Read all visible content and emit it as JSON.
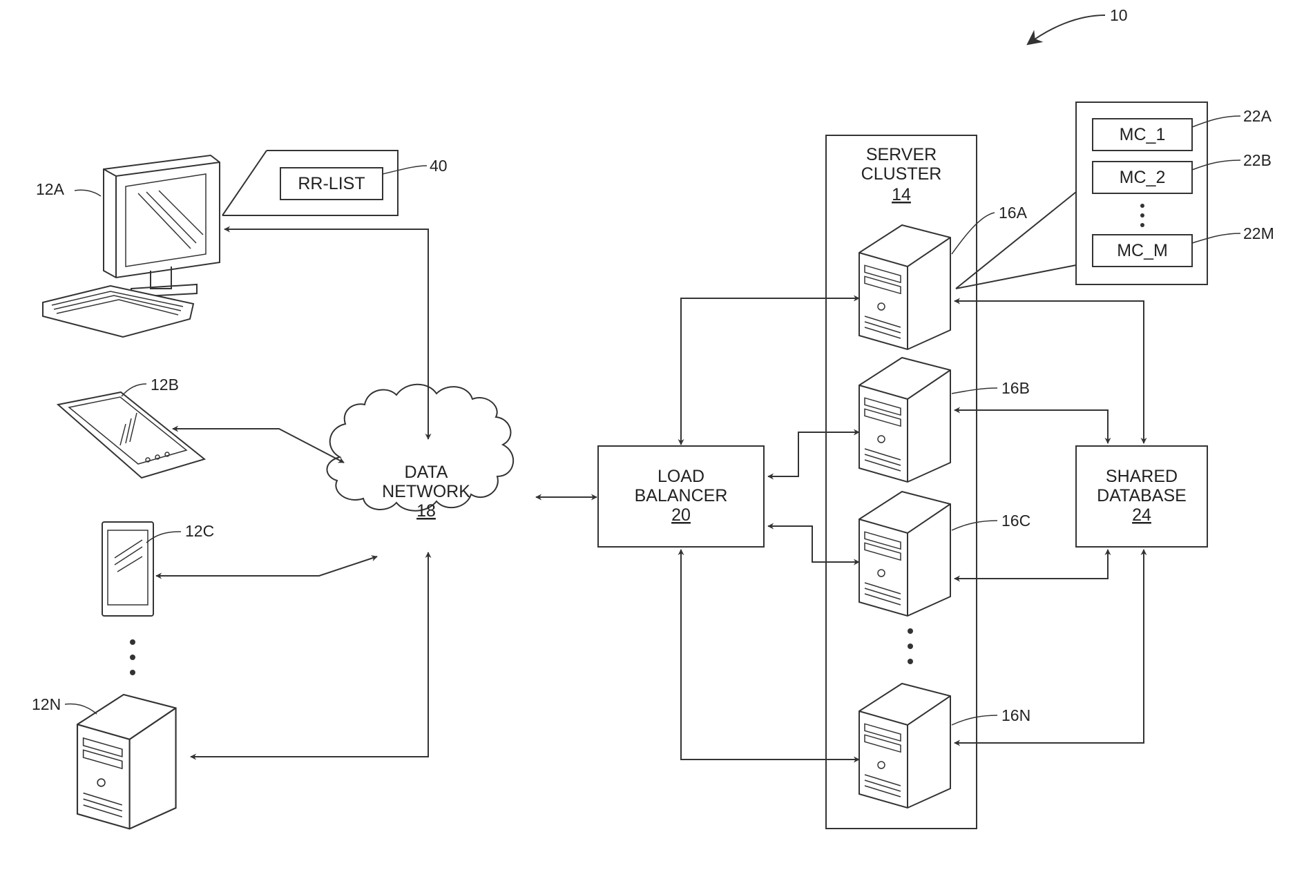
{
  "figure_ref": "10",
  "client_refs": {
    "a": "12A",
    "b": "12B",
    "c": "12C",
    "n": "12N"
  },
  "rr_list": {
    "label": "RR-LIST",
    "ref": "40"
  },
  "data_network": {
    "line1": "DATA",
    "line2": "NETWORK",
    "ref": "18"
  },
  "load_balancer": {
    "line1": "LOAD",
    "line2": "BALANCER",
    "ref": "20"
  },
  "server_cluster": {
    "line1": "SERVER",
    "line2": "CLUSTER",
    "ref": "14"
  },
  "server_refs": {
    "a": "16A",
    "b": "16B",
    "c": "16C",
    "n": "16N"
  },
  "machine_configs": [
    {
      "label": "MC_1",
      "ref": "22A"
    },
    {
      "label": "MC_2",
      "ref": "22B"
    },
    {
      "label": "MC_M",
      "ref": "22M"
    }
  ],
  "shared_database": {
    "line1": "SHARED",
    "line2": "DATABASE",
    "ref": "24"
  }
}
